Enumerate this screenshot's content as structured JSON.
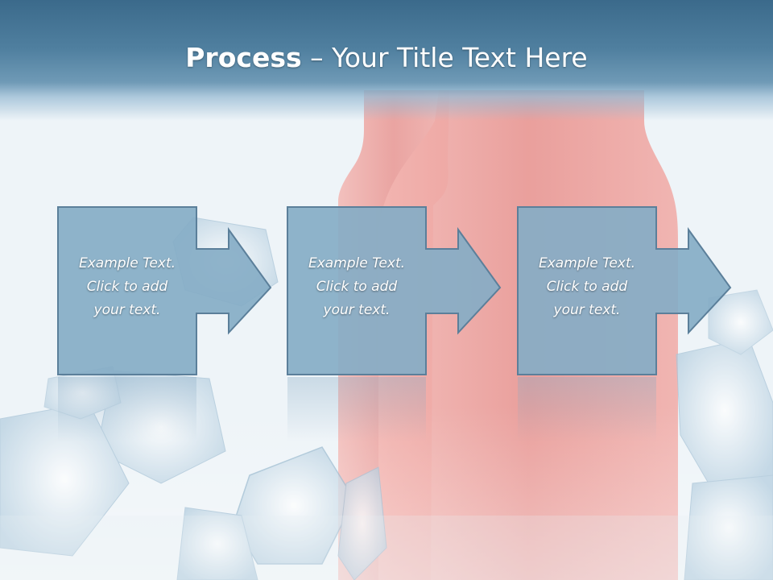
{
  "slide": {
    "title_bold": "Process",
    "title_dash": " – ",
    "title_rest": "Your Title Text Here"
  },
  "steps": [
    {
      "line1": "Example Text.",
      "line2": "Click  to add",
      "line3": "your text."
    },
    {
      "line1": "Example Text.",
      "line2": "Click  to add",
      "line3": "your text."
    },
    {
      "line1": "Example Text.",
      "line2": "Click  to add",
      "line3": "your text."
    }
  ],
  "colors": {
    "title_bar": "#4f7f9f",
    "step_fill": "#86acc6",
    "step_border": "#5b7f9a",
    "bottle": "#e48a86",
    "ice": "#c9dce9"
  }
}
